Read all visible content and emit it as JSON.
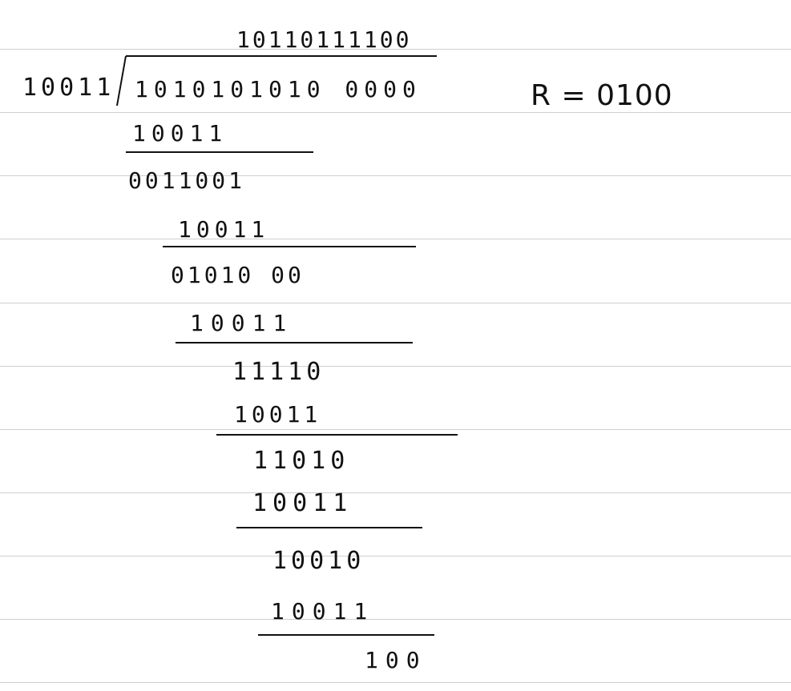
{
  "division": {
    "quotient": "10110111100",
    "divisor": "10011",
    "dividend": "1010101010 0000",
    "remainder_note": "R = 0100",
    "steps": [
      {
        "subtrahend": "10011",
        "difference": "0011001"
      },
      {
        "subtrahend": "10011",
        "difference": "01010 00"
      },
      {
        "subtrahend": "10011",
        "difference": "11110"
      },
      {
        "subtrahend": "10011",
        "difference": "11010"
      },
      {
        "subtrahend": "10011",
        "difference": "10010"
      },
      {
        "subtrahend": "10011",
        "difference": "100"
      }
    ]
  }
}
